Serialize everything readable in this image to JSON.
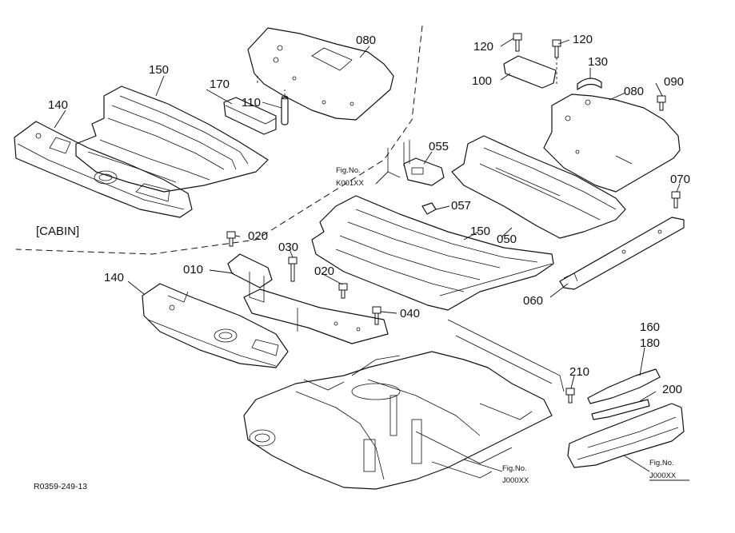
{
  "cabin_label": "[CABIN]",
  "drawing_number": "R0359-249-13",
  "fig_refs": [
    {
      "id": "fig-k001xx",
      "line1": "Fig.No.",
      "line2": "K001XX"
    },
    {
      "id": "fig-j000xx-a",
      "line1": "Fig.No.",
      "line2": "J000XX"
    },
    {
      "id": "fig-j000xx-b",
      "line1": "Fig.No.",
      "line2": "J000XX"
    }
  ],
  "callouts": [
    "080",
    "150",
    "170",
    "110",
    "140",
    "120",
    "120",
    "130",
    "100",
    "080",
    "090",
    "055",
    "057",
    "070",
    "050",
    "150",
    "020",
    "030",
    "010",
    "020",
    "040",
    "140",
    "060",
    "160",
    "180",
    "210",
    "200"
  ]
}
